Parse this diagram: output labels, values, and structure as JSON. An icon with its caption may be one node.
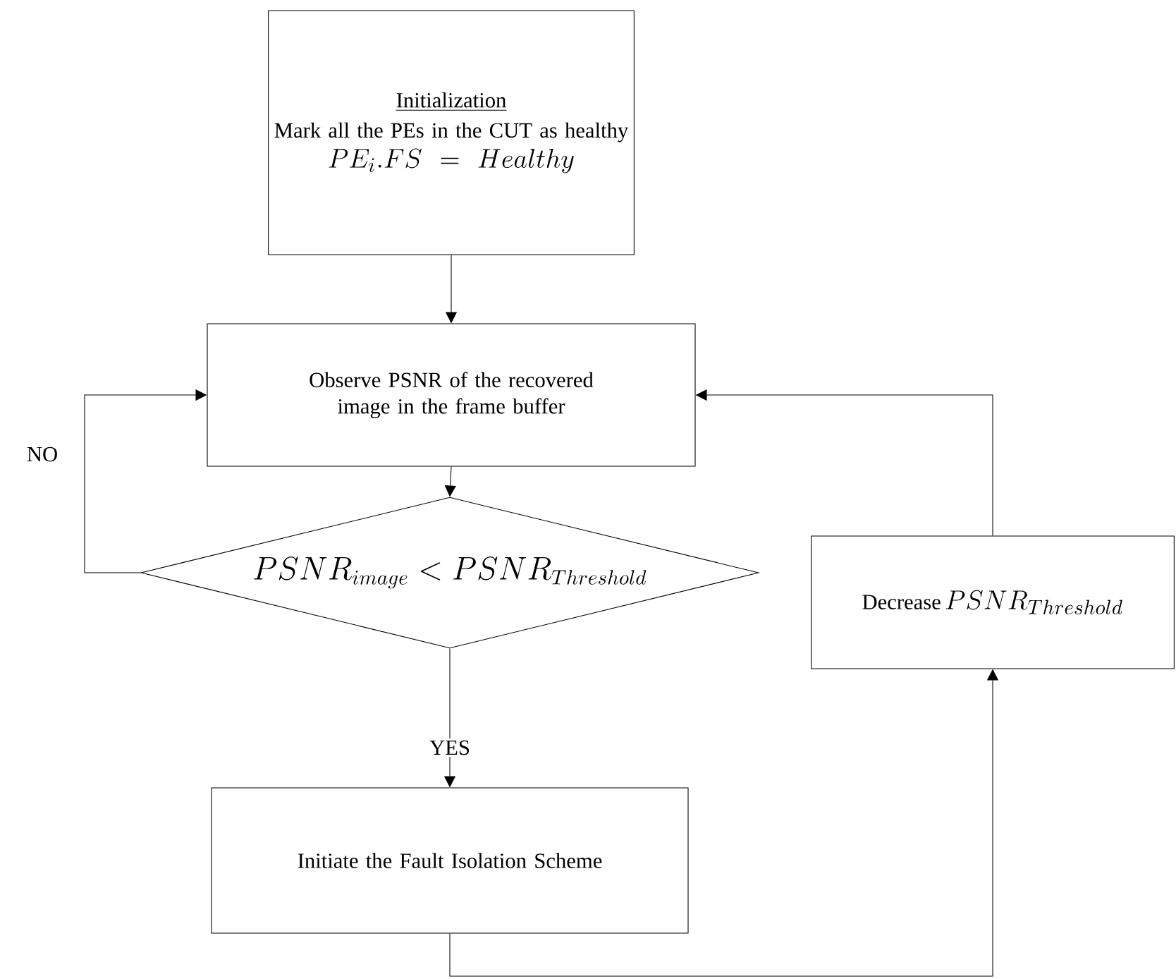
{
  "diagram": {
    "nodes": [
      {
        "text": [
          "Initialization",
          "Mark all the PEs in the CUT as healthy",
          "PE_{i}.FS = Healthy"
        ]
      },
      {
        "text": [
          "Observe PSNR of the recovered image in the frame buffer"
        ]
      },
      {
        "text": [
          "PSNR_{image} < PSNR_{Threshold}"
        ]
      },
      {
        "text": [
          "Initiate the Fault Isolation Scheme"
        ]
      },
      {
        "text": [
          "Decrease",
          "PSNR_{Threshold}"
        ]
      }
    ],
    "edges": [
      {
        "from": 0,
        "to": 1,
        "arrow": "to"
      },
      {
        "from": 1,
        "to": 2,
        "arrow": "to"
      },
      {
        "from": 2,
        "to": 1,
        "arrow": "to",
        "label": "NO"
      },
      {
        "from": 2,
        "to": 3,
        "arrow": "to",
        "label": "YES"
      },
      {
        "from": 3,
        "to": 4,
        "arrow": "to"
      },
      {
        "from": 4,
        "to": 1,
        "arrow": "to"
      }
    ]
  }
}
